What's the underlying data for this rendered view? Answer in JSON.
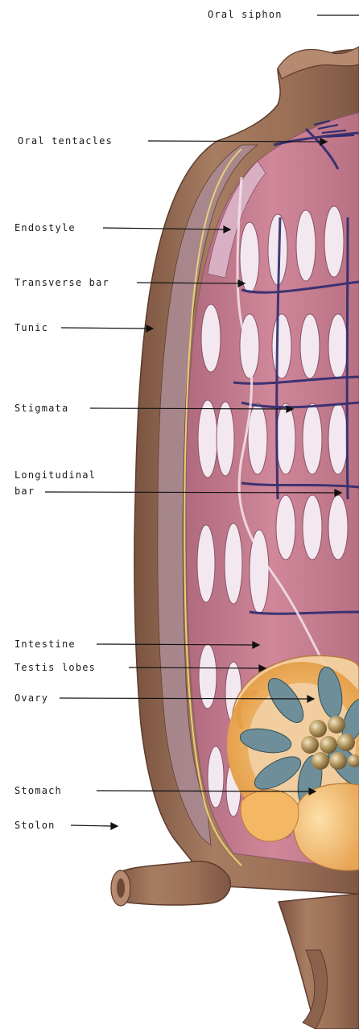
{
  "labels": {
    "oral_siphon": "Oral siphon",
    "oral_tentacles": "Oral tentacles",
    "endostyle": "Endostyle",
    "transverse_bar": "Transverse bar",
    "tunic": "Tunic",
    "stigmata": "Stigmata",
    "longitudinal_bar_line1": "Longitudinal",
    "longitudinal_bar_line2": "bar",
    "intestine": "Intestine",
    "testis_lobes": "Testis lobes",
    "ovary": "Ovary",
    "stomach": "Stomach",
    "stolon": "Stolon"
  },
  "colors": {
    "tunic": "#a0775c",
    "tunic_dark": "#6e4a36",
    "pharynx": "#c67e8e",
    "pharynx_dark": "#a25a6e",
    "stigmata": "#f1e6ee",
    "vessel": "#2e2a6b",
    "testis": "#f0b866",
    "ovary_petal": "#6f8f99",
    "egg": "#9a7e45",
    "stomach": "#f4c07a"
  }
}
